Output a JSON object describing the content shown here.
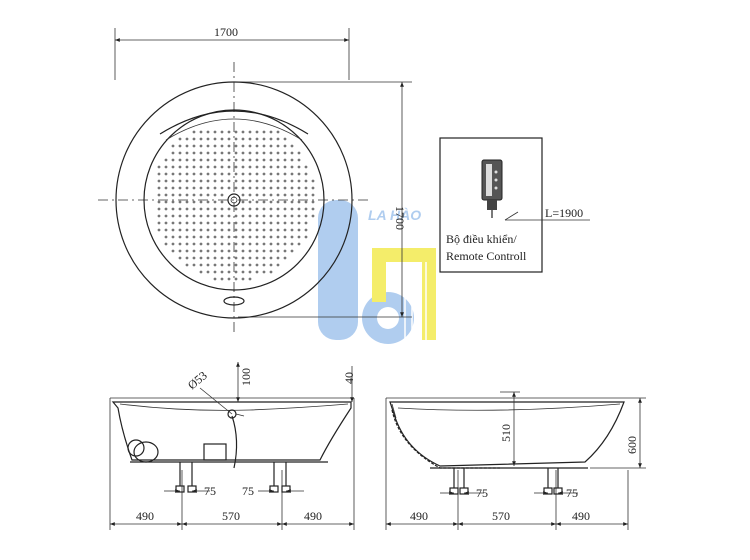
{
  "top_view": {
    "width_label": "1700",
    "depth_label": "1700"
  },
  "remote": {
    "cable_length": "L=1900",
    "caption_vi": "Bộ điều khiển/",
    "caption_en": "Remote Controll"
  },
  "watermark": {
    "text": "LA HÀO",
    "colors": {
      "blue": "#a8c8ee",
      "yellow": "#f3ec5a"
    }
  },
  "front_view": {
    "diameter_label": "Ø53",
    "dim_100": "100",
    "dim_40": "40",
    "left_75": "75",
    "right_75": "75",
    "bottom_490_left": "490",
    "bottom_570": "570",
    "bottom_490_right": "490"
  },
  "side_view": {
    "dim_510": "510",
    "dim_600": "600",
    "left_75": "75",
    "right_75": "75",
    "bottom_490_left": "490",
    "bottom_570": "570",
    "bottom_490_right": "490"
  }
}
